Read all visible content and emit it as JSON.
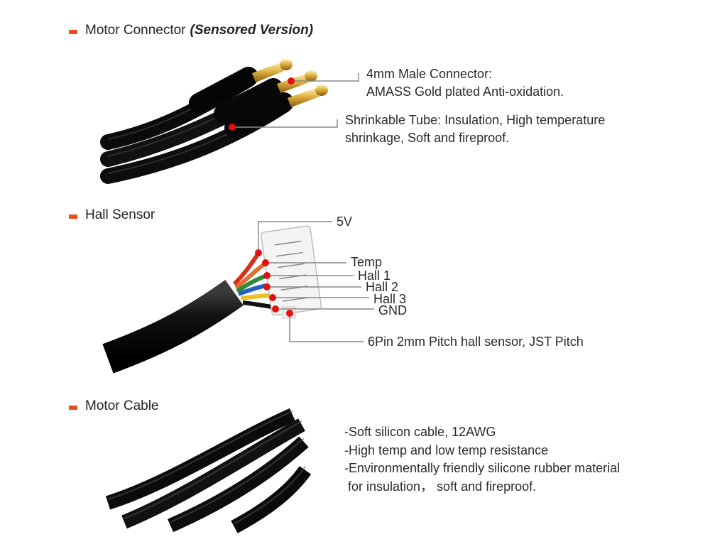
{
  "sections": {
    "motor_connector": {
      "title": "Motor Connector",
      "subtitle": "(Sensored Version)",
      "callouts": {
        "connector_line1": "4mm Male Connector:",
        "connector_line2": "AMASS Gold plated Anti-oxidation.",
        "tube_line1": "Shrinkable Tube: Insulation, High temperature",
        "tube_line2": "shrinkage, Soft and fireproof."
      }
    },
    "hall_sensor": {
      "title": "Hall Sensor",
      "pins": [
        "5V",
        "Temp",
        "Hall 1",
        "Hall 2",
        "Hall 3",
        "GND"
      ],
      "plug_label": "6Pin 2mm Pitch hall sensor, JST Pitch"
    },
    "motor_cable": {
      "title": "Motor Cable",
      "description": [
        "-Soft silicon cable, 12AWG",
        "-High temp and low temp resistance",
        "-Environmentally friendly silicone rubber material",
        " for insulation， soft and fireproof."
      ]
    }
  },
  "colors": {
    "bullet": "#e8501e",
    "marker": "#e01010",
    "leader_line": "#888888",
    "cable": "#0d0d0d",
    "gold": "#d4a02a"
  },
  "icons": [
    "orange-bullet-icon",
    "red-dot-marker-icon"
  ]
}
